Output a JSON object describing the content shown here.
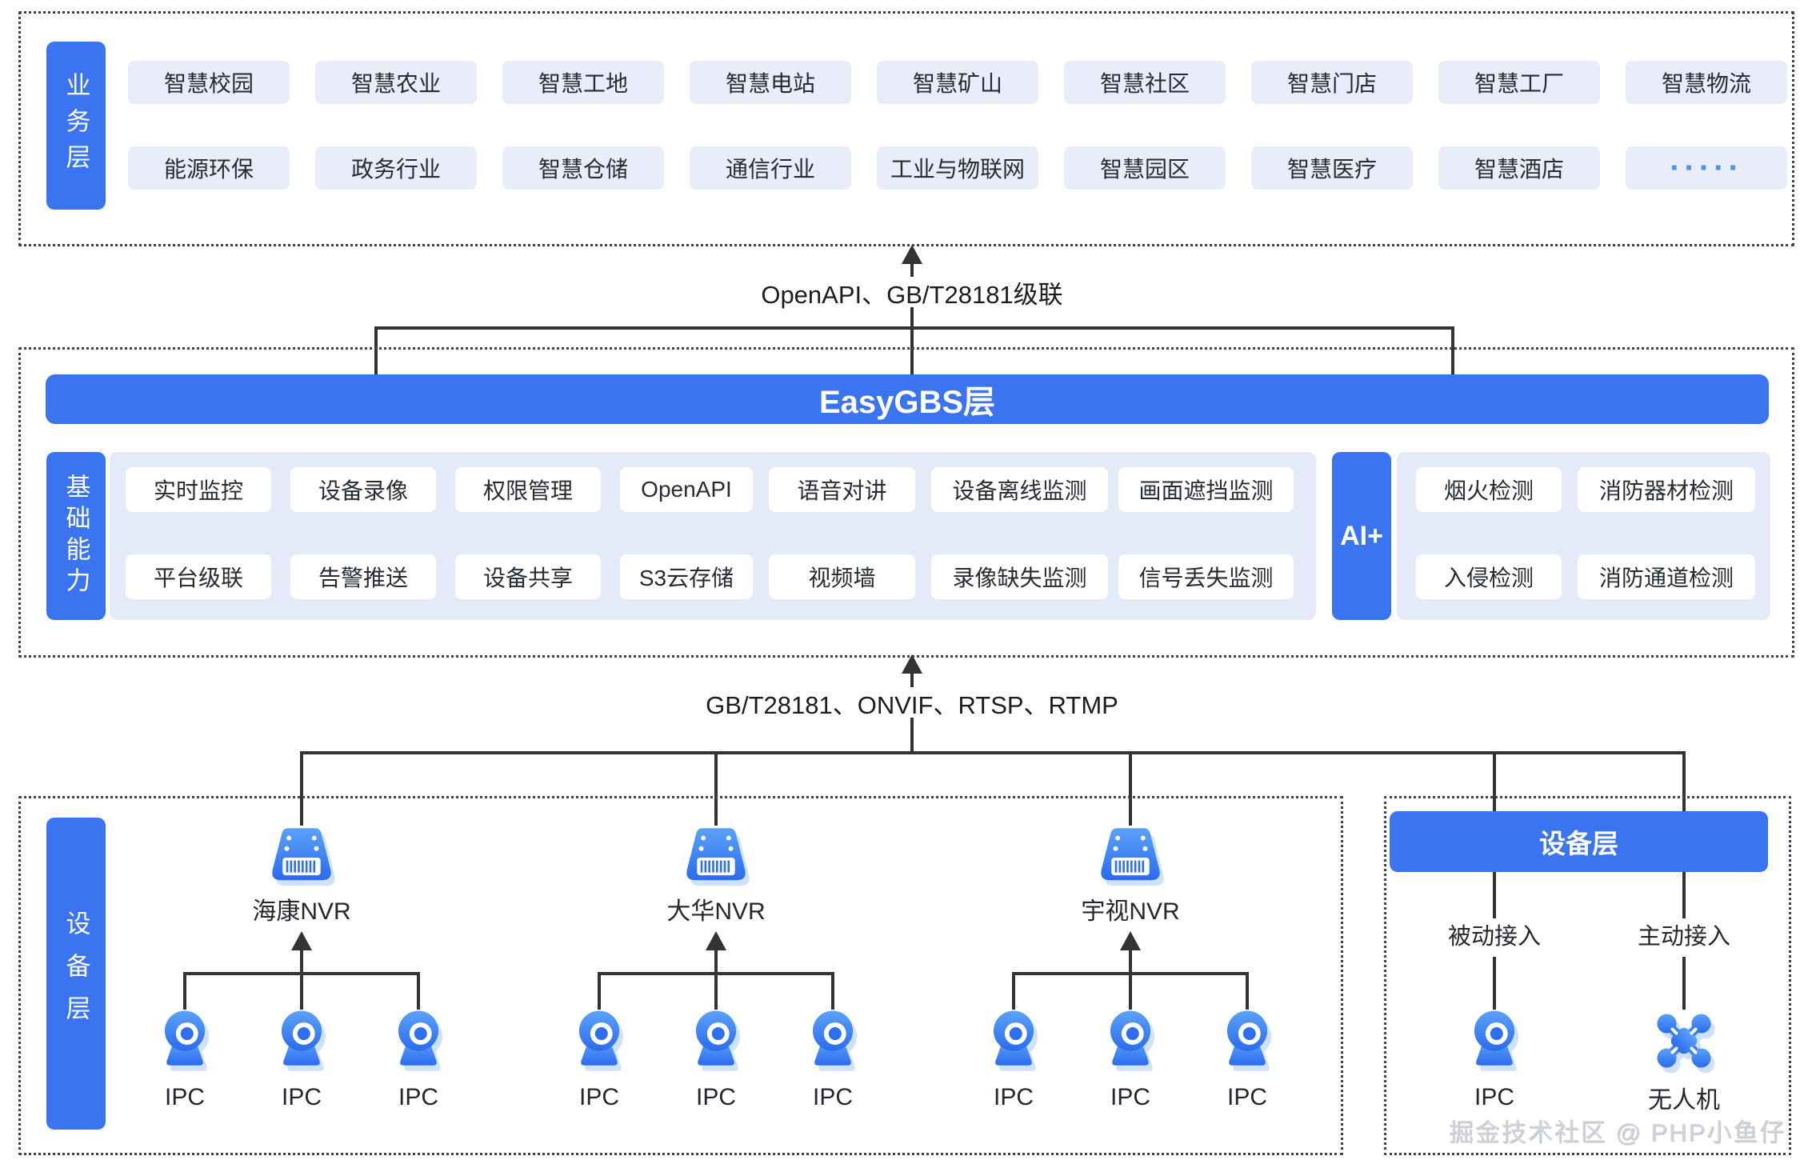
{
  "colors": {
    "accent_blue": "#3b74f0",
    "light_box": "#e8edf9",
    "panel": "#e5eaf9",
    "line": "#333333",
    "text_dark": "#262b34",
    "dots_blue": "#4a90f6"
  },
  "icons": {
    "nvr": "nvr-recorder-icon",
    "ipc": "ip-camera-icon",
    "drone": "drone-icon",
    "dots": "ellipsis-dots"
  },
  "business_layer": {
    "label": "业务层",
    "row1": [
      "智慧校园",
      "智慧农业",
      "智慧工地",
      "智慧电站",
      "智慧矿山",
      "智慧社区",
      "智慧门店",
      "智慧工厂",
      "智慧物流"
    ],
    "row2": [
      "能源环保",
      "政务行业",
      "智慧仓储",
      "通信行业",
      "工业与物联网",
      "智慧园区",
      "智慧医疗",
      "智慧酒店",
      "·····"
    ]
  },
  "connectors": {
    "top": "OpenAPI、GB/T28181级联",
    "bottom": "GB/T28181、ONVIF、RTSP、RTMP"
  },
  "gbs": {
    "bar_label": "EasyGBS层",
    "capability_label": "基础能力",
    "caps_row1": [
      "实时监控",
      "设备录像",
      "权限管理",
      "OpenAPI",
      "语音对讲",
      "设备离线监测",
      "画面遮挡监测"
    ],
    "caps_row2": [
      "平台级联",
      "告警推送",
      "设备共享",
      "S3云存储",
      "视频墙",
      "录像缺失监测",
      "信号丢失监测"
    ],
    "ai_label": "AI+",
    "ai_row1": [
      "烟火检测",
      "消防器材检测"
    ],
    "ai_row2": [
      "入侵检测",
      "消防通道检测"
    ]
  },
  "devices": {
    "label": "设备层",
    "groups": [
      {
        "nvr": "海康NVR",
        "ipcs": [
          "IPC",
          "IPC",
          "IPC"
        ]
      },
      {
        "nvr": "大华NVR",
        "ipcs": [
          "IPC",
          "IPC",
          "IPC"
        ]
      },
      {
        "nvr": "宇视NVR",
        "ipcs": [
          "IPC",
          "IPC",
          "IPC"
        ]
      }
    ],
    "right": {
      "header": "设备层",
      "passive_label": "被动接入",
      "active_label": "主动接入",
      "passive_device": "IPC",
      "active_device": "无人机"
    }
  },
  "watermark": {
    "text": "掘金技术社区 @ PHP小鱼仔"
  }
}
